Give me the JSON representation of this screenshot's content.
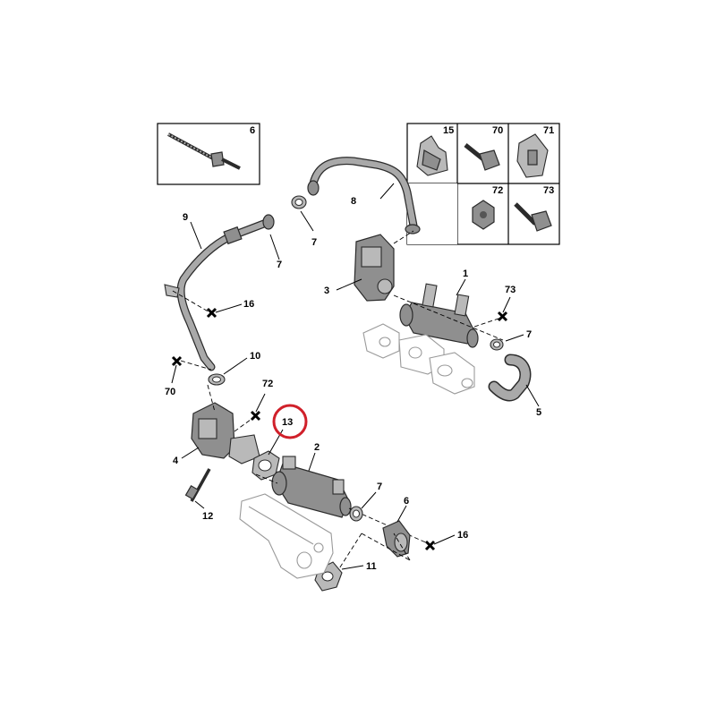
{
  "highlight_color": "#d0202a",
  "parts": {
    "p1": "1",
    "p2": "2",
    "p3": "3",
    "p4": "4",
    "p5": "5",
    "p6_box": "6",
    "p6": "6",
    "p7_a": "7",
    "p7_b": "7",
    "p7_c": "7",
    "p7_d": "7",
    "p8": "8",
    "p9": "9",
    "p10": "10",
    "p11": "11",
    "p12": "12",
    "p13": "13",
    "p15": "15",
    "p16_a": "16",
    "p16_b": "16",
    "p70_box": "70",
    "p70": "70",
    "p71": "71",
    "p72_box": "72",
    "p72": "72",
    "p73_box": "73",
    "p73": "73"
  }
}
